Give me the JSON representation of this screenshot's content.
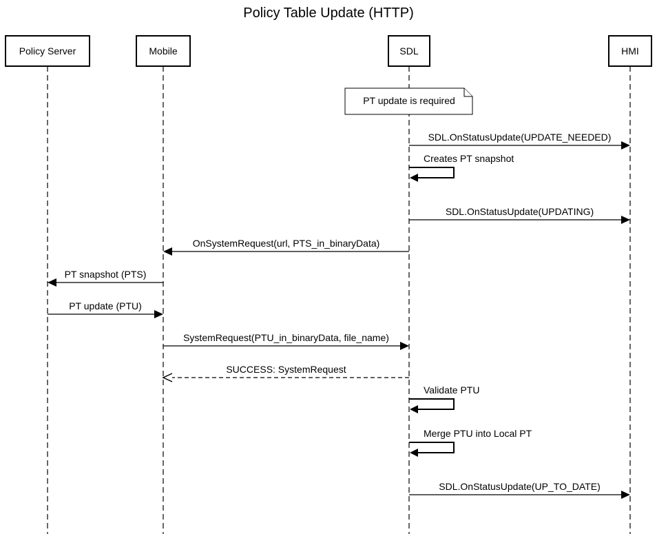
{
  "title": "Policy Table Update (HTTP)",
  "actors": [
    {
      "id": "policy_server",
      "label": "Policy Server"
    },
    {
      "id": "mobile",
      "label": "Mobile"
    },
    {
      "id": "sdl",
      "label": "SDL"
    },
    {
      "id": "hmi",
      "label": "HMI"
    }
  ],
  "note": {
    "on": "sdl",
    "text": "PT update is required"
  },
  "messages": [
    {
      "from": "sdl",
      "to": "hmi",
      "label": "SDL.OnStatusUpdate(UPDATE_NEEDED)",
      "style": "solid"
    },
    {
      "from": "sdl",
      "to": "sdl",
      "label": "Creates PT snapshot",
      "style": "self"
    },
    {
      "from": "sdl",
      "to": "hmi",
      "label": "SDL.OnStatusUpdate(UPDATING)",
      "style": "solid"
    },
    {
      "from": "sdl",
      "to": "mobile",
      "label": "OnSystemRequest(url, PTS_in_binaryData)",
      "style": "solid"
    },
    {
      "from": "mobile",
      "to": "policy_server",
      "label": "PT snapshot (PTS)",
      "style": "solid"
    },
    {
      "from": "policy_server",
      "to": "mobile",
      "label": "PT update (PTU)",
      "style": "solid"
    },
    {
      "from": "mobile",
      "to": "sdl",
      "label": "SystemRequest(PTU_in_binaryData, file_name)",
      "style": "solid"
    },
    {
      "from": "sdl",
      "to": "mobile",
      "label": "SUCCESS: SystemRequest",
      "style": "dashed"
    },
    {
      "from": "sdl",
      "to": "sdl",
      "label": "Validate PTU",
      "style": "self"
    },
    {
      "from": "sdl",
      "to": "sdl",
      "label": "Merge PTU into Local PT",
      "style": "self"
    },
    {
      "from": "sdl",
      "to": "hmi",
      "label": "SDL.OnStatusUpdate(UP_TO_DATE)",
      "style": "solid"
    }
  ]
}
